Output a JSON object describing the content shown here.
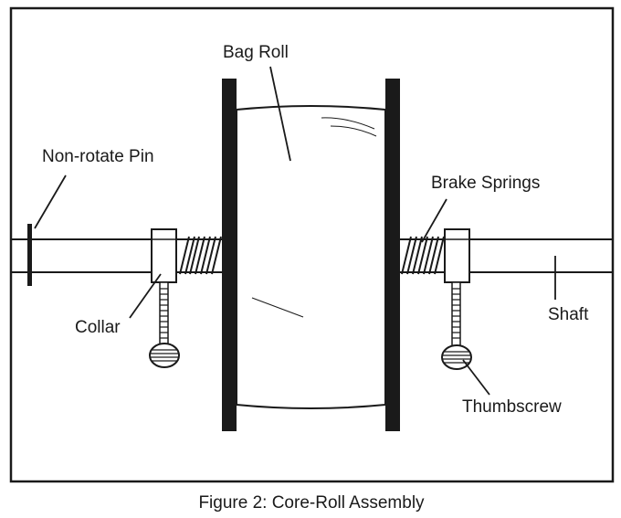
{
  "figure": {
    "caption": "Figure 2: Core-Roll Assembly",
    "labels": {
      "bag_roll": "Bag Roll",
      "non_rotate_pin": "Non-rotate Pin",
      "brake_springs": "Brake Springs",
      "collar": "Collar",
      "shaft": "Shaft",
      "thumbscrew": "Thumbscrew"
    }
  }
}
